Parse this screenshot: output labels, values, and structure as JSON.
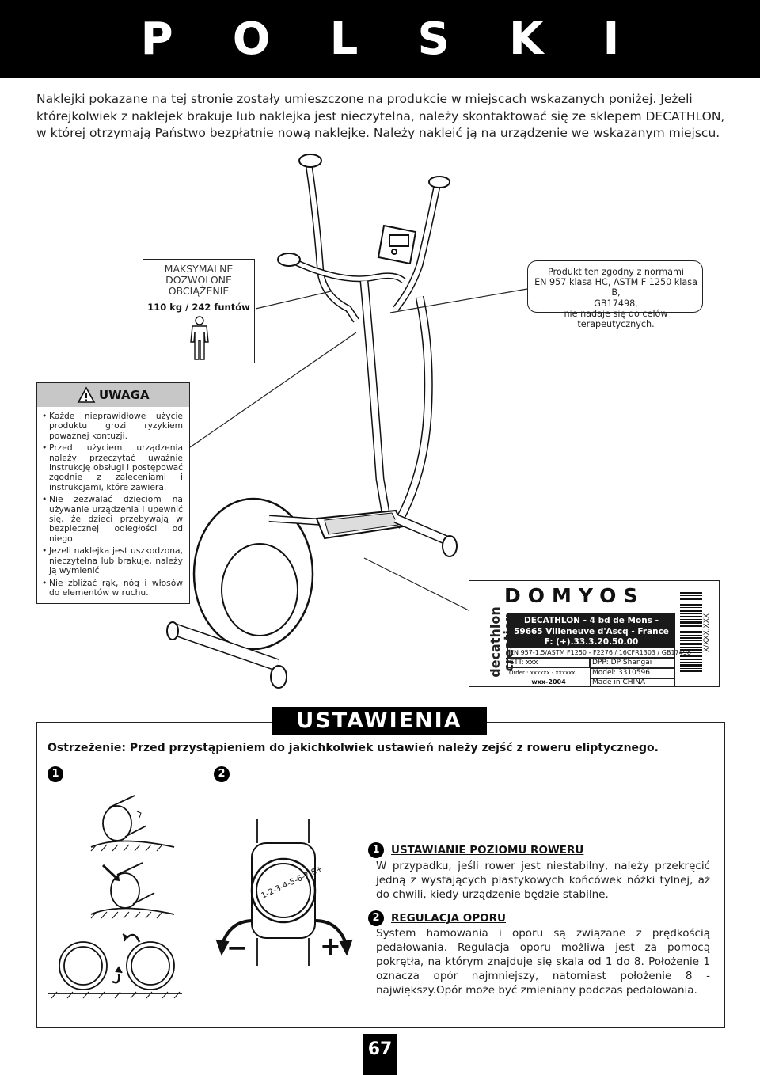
{
  "header": {
    "letters": [
      "P",
      "O",
      "L",
      "S",
      "K",
      "I"
    ]
  },
  "intro": {
    "text": "Naklejki pokazane na tej stronie zostały umieszczone na produkcie w miejscach wskazanych poniżej. Jeżeli którejkolwiek z naklejek brakuje lub naklejka jest nieczytelna, należy skontaktować się ze sklepem DECATHLON, w której otrzymają Państwo bezpłatnie nową naklejkę. Należy nakleić ją na urządzenie we wskazanym miejscu."
  },
  "load_label": {
    "title_lines": [
      "MAKSYMALNE",
      "DOZWOLONE",
      "OBCIĄŻENIE"
    ],
    "value": "110 kg / 242 funtów",
    "icon": "person-icon"
  },
  "norm_label": {
    "lines": [
      "Produkt ten zgodny z normami",
      "EN 957 klasa HC, ASTM F 1250 klasa B,",
      "GB17498,",
      "nie nadaje się do celów terapeutycznych."
    ]
  },
  "warning_label": {
    "title": "UWAGA",
    "icon": "warning-triangle-icon",
    "items": [
      "Każde nieprawidłowe użycie produktu grozi ryzykiem poważnej kontuzji.",
      "Przed użyciem urządzenia należy przeczytać uważnie instrukcję obsługi i postępować zgodnie z zaleceniami i instrukcjami, które zawiera.",
      "Nie zezwalać dzieciom na używanie urządzenia i upewnić się, że dzieci przebywają w bezpiecznej odległości od niego.",
      "Jeżeli naklejka jest uszkodzona, nieczytelna lub brakuje, należy ją wymienić",
      "Nie zbliżać rąk, nóg i włosów do elementów w ruchu."
    ]
  },
  "product_label": {
    "brand_vertical": [
      "decathlon",
      "creation"
    ],
    "brand_logo": "DOMYOS",
    "address_lines": [
      "DECATHLON - 4 bd de Mons -",
      "59665 Villeneuve d'Ascq - France",
      "F: (+).33.3.20.50.00"
    ],
    "norm_line": "EN 957-1,5/ASTM F1250 - F2276 / 16CFR1303 / GB17498",
    "stt": "STT: xxx",
    "order": "Order : xxxxxx - xxxxxx",
    "wxx": "wxx-2004",
    "dpp": "DPP: DP Shangaï",
    "model": "Model: 3310596",
    "made_in": "Made in CHINA",
    "barcode_text": "X/XXX.XXX"
  },
  "settings": {
    "title": "USTAWIENIA",
    "warning": "Ostrzeżenie: Przed przystąpieniem do jakichkolwiek ustawień należy zejść z roweru eliptycznego.",
    "figure1_num": "1",
    "figure2_num": "2",
    "knob_scale": "1-2-3-4-5-6-7-8+",
    "minus_sign": "−",
    "plus_sign": "+",
    "section1": {
      "num": "1",
      "heading": "USTAWIANIE POZIOMU ROWERU",
      "text": "W przypadku, jeśli rower jest niestabilny, należy przekręcić jedną z wystających plastykowych końcówek nóżki tylnej, aż do chwili, kiedy urządzenie będzie stabilne."
    },
    "section2": {
      "num": "2",
      "heading": "REGULACJA OPORU",
      "text": "System hamowania i oporu są związane z prędkością pedałowania. Regulacja oporu możliwa jest za pomocą pokrętła, na którym znajduje się skala od 1 do 8. Położenie 1 oznacza opór najmniejszy, natomiast położenie 8 - największy.Opór może być zmieniany podczas pedałowania."
    }
  },
  "page_number": "67"
}
